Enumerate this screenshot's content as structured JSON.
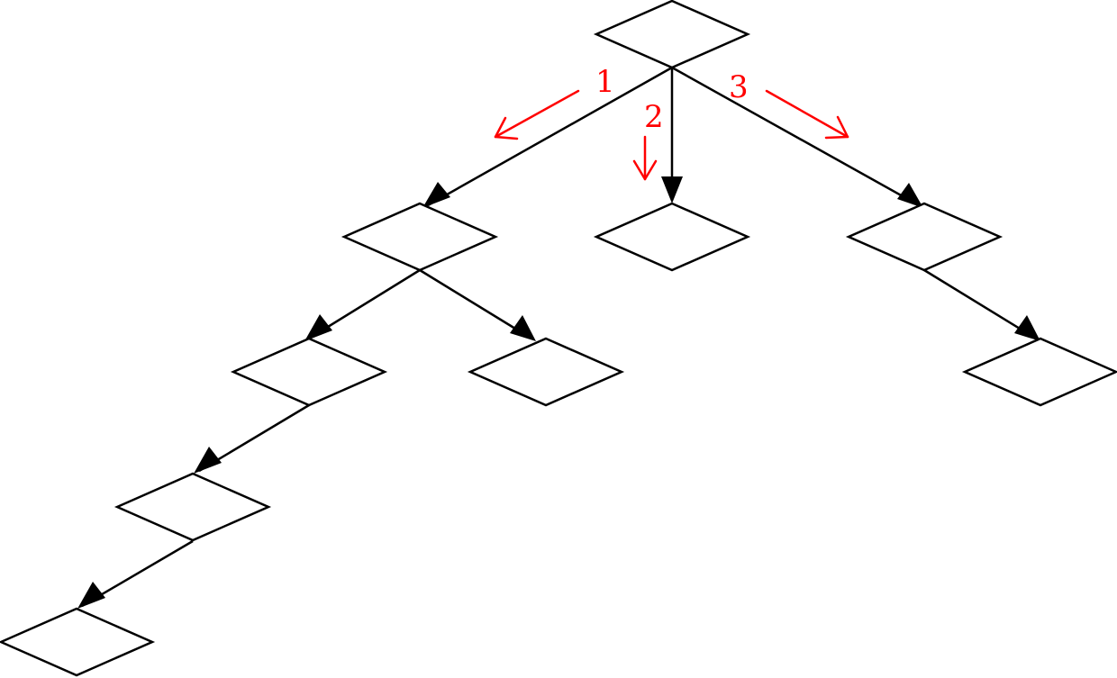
{
  "colors": {
    "node_stroke": "#000000",
    "edge": "#000000",
    "order_arrow": "#ff0000",
    "background": "#ffffff"
  },
  "order_labels": {
    "first": "1",
    "second": "2",
    "third": "3"
  }
}
